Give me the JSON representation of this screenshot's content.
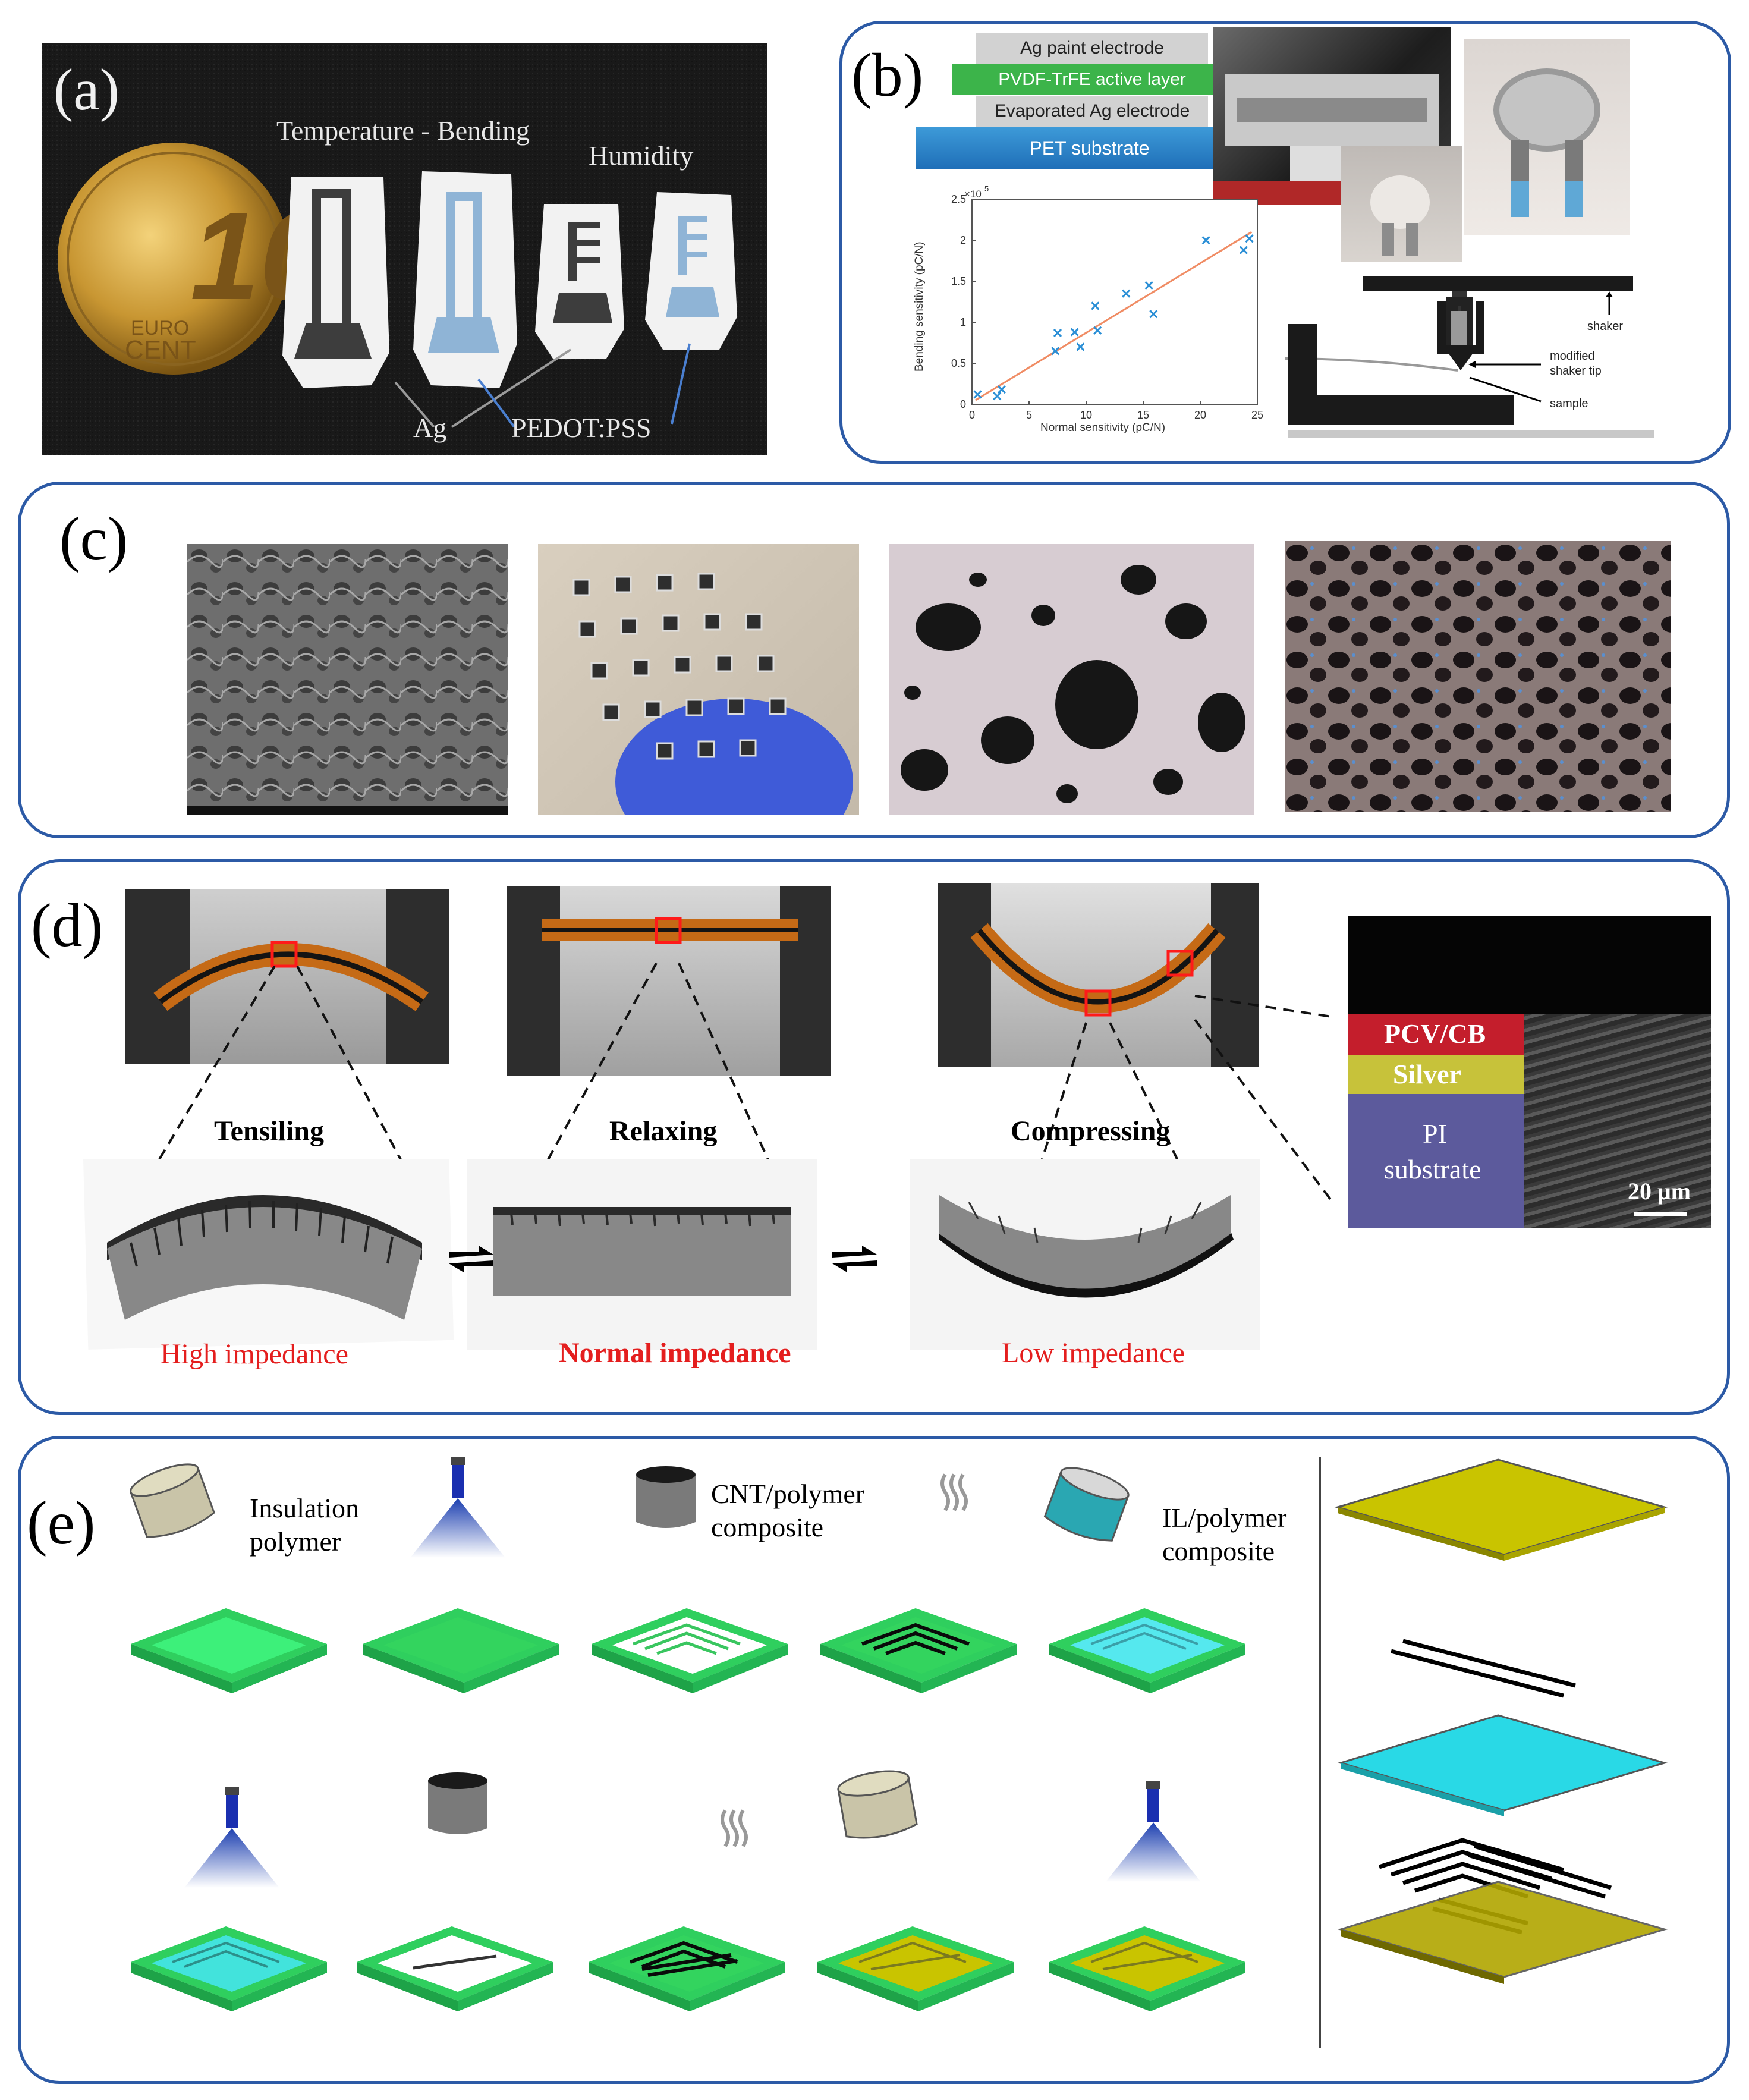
{
  "panels": {
    "a": {
      "label": "(a)",
      "title_temp": "Temperature - Bending",
      "title_humidity": "Humidity",
      "label_ag": "Ag",
      "label_pedot": "PEDOT:PSS",
      "coin_value": "10",
      "coin_text1": "EURO",
      "coin_text2": "CENT"
    },
    "b": {
      "label": "(b)",
      "stack": {
        "ag_paint": "Ag paint electrode",
        "pvdf": "PVDF-TrFE active  layer",
        "evaporated": "Evaporated Ag electrode",
        "pet": "PET substrate"
      },
      "schematic": {
        "shaker": "shaker",
        "tip1": "modified",
        "tip2": "shaker tip",
        "sample": "sample"
      },
      "chart_data": {
        "type": "scatter",
        "xlabel": "Normal sensitivity (pC/N)",
        "ylabel": "Bending sensitivity (pC/N)",
        "y_multiplier": "×10",
        "y_exponent": "5",
        "xlim": [
          0,
          25
        ],
        "ylim": [
          0,
          2.5
        ],
        "x_ticks": [
          "0",
          "5",
          "10",
          "15",
          "20",
          "25"
        ],
        "y_ticks": [
          "0",
          "0.5",
          "1",
          "1.5",
          "2",
          "2.5"
        ],
        "points": [
          {
            "x": 0.5,
            "y": 0.12
          },
          {
            "x": 2.2,
            "y": 0.1
          },
          {
            "x": 2.6,
            "y": 0.18
          },
          {
            "x": 7.3,
            "y": 0.65
          },
          {
            "x": 7.5,
            "y": 0.87
          },
          {
            "x": 9.0,
            "y": 0.88
          },
          {
            "x": 9.5,
            "y": 0.7
          },
          {
            "x": 10.8,
            "y": 1.2
          },
          {
            "x": 11.0,
            "y": 0.9
          },
          {
            "x": 13.5,
            "y": 1.35
          },
          {
            "x": 15.5,
            "y": 1.45
          },
          {
            "x": 15.9,
            "y": 1.1
          },
          {
            "x": 20.5,
            "y": 2.0
          },
          {
            "x": 23.8,
            "y": 1.88
          },
          {
            "x": 24.3,
            "y": 2.02
          }
        ],
        "fit_line": {
          "x": [
            0.3,
            24.5
          ],
          "y": [
            0.05,
            2.1
          ]
        },
        "series_color": "#2b8fd6",
        "fit_color": "#f08c64"
      }
    },
    "c": {
      "label": "(c)"
    },
    "d": {
      "label": "(d)",
      "tensiling": "Tensiling",
      "relaxing": "Relaxing",
      "compressing": "Compressing",
      "high": "High impedance",
      "normal": "Normal impedance",
      "low": "Low impedance",
      "layer_pcv": "PCV/CB",
      "layer_silver": "Silver",
      "layer_pi1": "PI",
      "layer_pi2": "substrate",
      "scale": "20 μm"
    },
    "e": {
      "label": "(e)",
      "insulation1": "Insulation",
      "insulation2": "polymer",
      "cnt1": "CNT/polymer",
      "cnt2": "composite",
      "il1": "IL/polymer",
      "il2": "composite"
    }
  },
  "colors": {
    "panel_border": "#2c5aa6",
    "green_frame": "#2fcf5e",
    "cyan": "#29d9e6",
    "olive": "#c9c400",
    "impedance_red": "#e41e1e"
  }
}
